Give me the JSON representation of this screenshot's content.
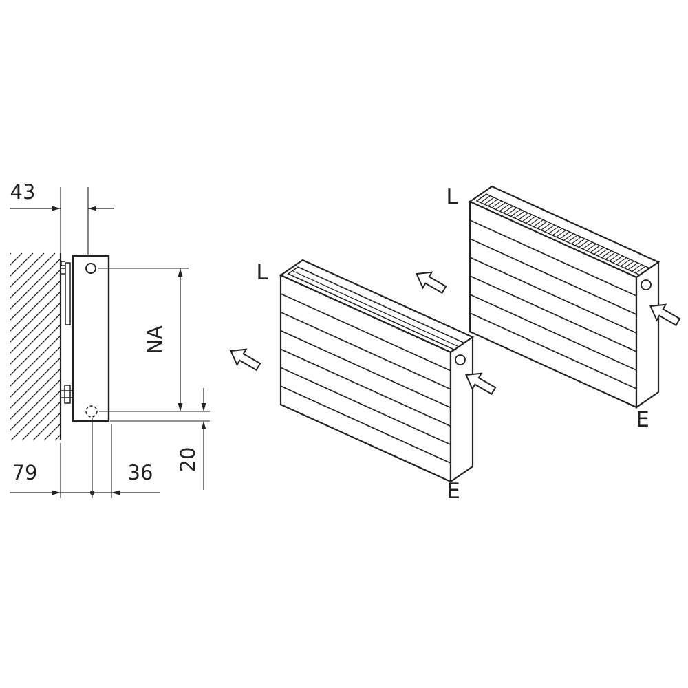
{
  "colors": {
    "background": "#ffffff",
    "line": "#222222"
  },
  "side_view": {
    "dim_wall_to_pipe": "43",
    "dim_hub_distance": "NA",
    "dim_wall_to_center": "79",
    "dim_center_to_front": "36",
    "dim_bottom_edge": "20"
  },
  "isometric": {
    "radiator_a": {
      "label_l": "L",
      "label_e": "E"
    },
    "radiator_b": {
      "label_l": "L",
      "label_e": "E"
    }
  }
}
